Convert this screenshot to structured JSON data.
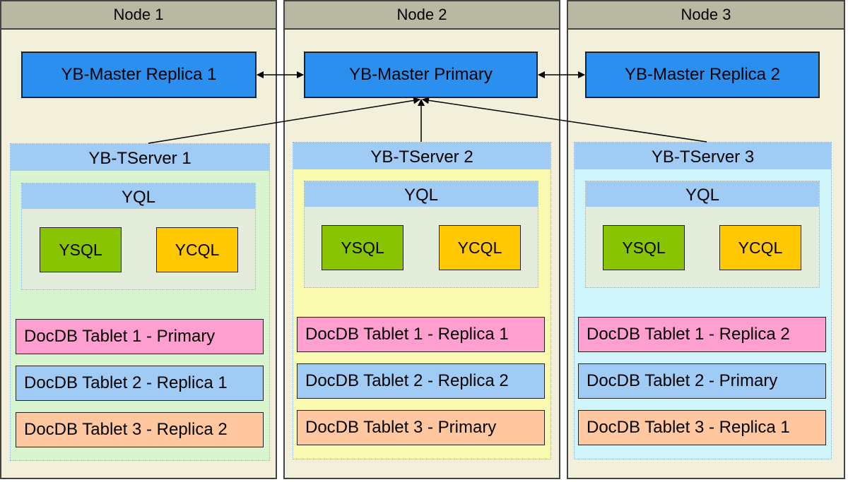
{
  "nodes": [
    {
      "title": "Node 1",
      "master": "YB-Master Replica 1",
      "tserver": "YB-TServer 1",
      "yql": "YQL",
      "ysql": "YSQL",
      "ycql": "YCQL",
      "tablets": [
        "DocDB Tablet 1 - Primary",
        "DocDB Tablet 2 - Replica 1",
        "DocDB Tablet 3 - Replica 2"
      ]
    },
    {
      "title": "Node 2",
      "master": "YB-Master Primary",
      "tserver": "YB-TServer 2",
      "yql": "YQL",
      "ysql": "YSQL",
      "ycql": "YCQL",
      "tablets": [
        "DocDB Tablet 1 - Replica 1",
        "DocDB Tablet 2 - Replica 2",
        "DocDB Tablet 3 - Primary"
      ]
    },
    {
      "title": "Node 3",
      "master": "YB-Master Replica 2",
      "tserver": "YB-TServer 3",
      "yql": "YQL",
      "ysql": "YSQL",
      "ycql": "YCQL",
      "tablets": [
        "DocDB Tablet 1 - Replica 2",
        "DocDB Tablet 2 - Primary",
        "DocDB Tablet 3 - Replica 1"
      ]
    }
  ],
  "colors": {
    "master": "#2b8ff0",
    "tserver_header": "#9fcbf4",
    "tserver1_body": "#d8f5cf",
    "tserver2_body": "#fafab0",
    "tserver3_body": "#cff5fb",
    "yql_body": "#e4eddc",
    "ysql": "#88c500",
    "ycql": "#ffc800",
    "tablet_primary_n1": "#ff9fcf",
    "tablet_replica_blue": "#9fcbf4",
    "tablet_replica_orange": "#ffc79f"
  }
}
